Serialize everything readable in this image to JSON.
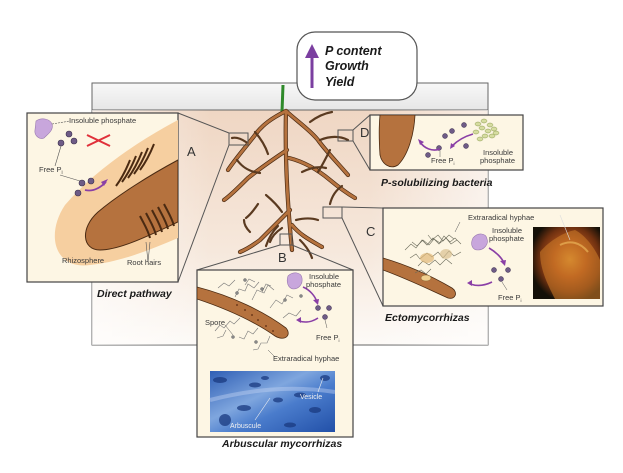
{
  "callout": {
    "lines": [
      "P content",
      "Growth",
      "Yield"
    ],
    "arrow_direction": "up",
    "arrow_color": "#7b3fa0"
  },
  "panels": {
    "A": {
      "letter": "A",
      "caption": "Direct pathway",
      "labels": {
        "insoluble": "Insoluble phosphate",
        "free_p": "Free P",
        "free_p_sub": "i",
        "rhizosphere": "Rhizosphere",
        "root_hairs": "Root hairs"
      }
    },
    "B": {
      "letter": "B",
      "caption": "Arbuscular mycorrhizas",
      "labels": {
        "insoluble_1": "Insoluble",
        "insoluble_2": "phosphate",
        "free_p": "Free P",
        "free_p_sub": "i",
        "spore": "Spore",
        "hyphae": "Extraradical hyphae",
        "vesicle": "Vesicle",
        "arbuscule": "Arbuscule"
      }
    },
    "C": {
      "letter": "C",
      "caption": "Ectomycorrhizas",
      "labels": {
        "hyphae": "Extraradical hyphae",
        "insoluble_1": "Insoluble",
        "insoluble_2": "phosphate",
        "free_p": "Free P",
        "free_p_sub": "i"
      }
    },
    "D": {
      "letter": "D",
      "caption": "P-solubilizing bacteria",
      "labels": {
        "free_p": "Free P",
        "free_p_sub": "i",
        "insoluble_1": "Insoluble",
        "insoluble_2": "phosphate"
      }
    }
  },
  "colors": {
    "root": "#b5723e",
    "root_dark": "#4a2a12",
    "rhizosphere": "#f6cfa0",
    "panel_bg": "#fdf6e4",
    "soil": "#f1dccb",
    "phosphate": "#c8a6dc",
    "pi_dot": "#6e5b86",
    "arrow": "#8a3fa6",
    "cross": "#e0303a",
    "stem": "#2f8a2a"
  }
}
